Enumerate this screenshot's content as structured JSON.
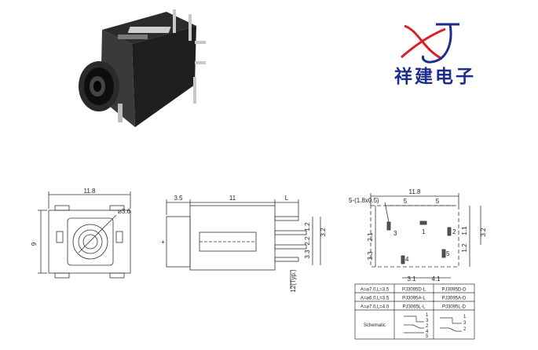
{
  "brand": {
    "logo_letters": "XJ",
    "company_name": "祥建电子",
    "colors": {
      "logo_red": "#d8202a",
      "logo_blue": "#1d2d8c"
    }
  },
  "front_view": {
    "width_dim": "11.8",
    "height_dim": "9",
    "hole_dia": "⌀3.6"
  },
  "side_view": {
    "dim_a": "3.5",
    "dim_body": "11",
    "dim_l": "L",
    "pin_dims": [
      "1.2",
      "2.2",
      "3.3",
      "3.2"
    ],
    "pin_label": "12(Typ.)",
    "left_marker": "+"
  },
  "pcb_layout": {
    "overall": "11.8",
    "slot_label": "5-(1.8x0.5)",
    "pitch_left": "5",
    "pitch_right": "5",
    "pin_numbers": [
      "3",
      "2",
      "1",
      "4",
      "5"
    ],
    "vert_dims": [
      "2.1",
      "3.3",
      "1.1",
      "1.2",
      "3.2"
    ],
    "bottom_dims": [
      "3.1",
      "4.1"
    ]
  },
  "spec_table": {
    "rows": [
      [
        "A=⌀7.0,L=3.5",
        "PJ3095D-L",
        "PJ3095D-D"
      ],
      [
        "A=⌀6.0,L=3.5",
        "PJ3095A-L",
        "PJ3095A-D"
      ],
      [
        "A=⌀7.0,L=4.0",
        "PJ3095L-L",
        "PJ3095L-D"
      ]
    ],
    "schematic_label": "Schematic",
    "pin_labels_left": [
      "1",
      "3",
      "2",
      "4",
      "5"
    ],
    "pin_labels_right": [
      "1",
      "3",
      "2"
    ]
  }
}
